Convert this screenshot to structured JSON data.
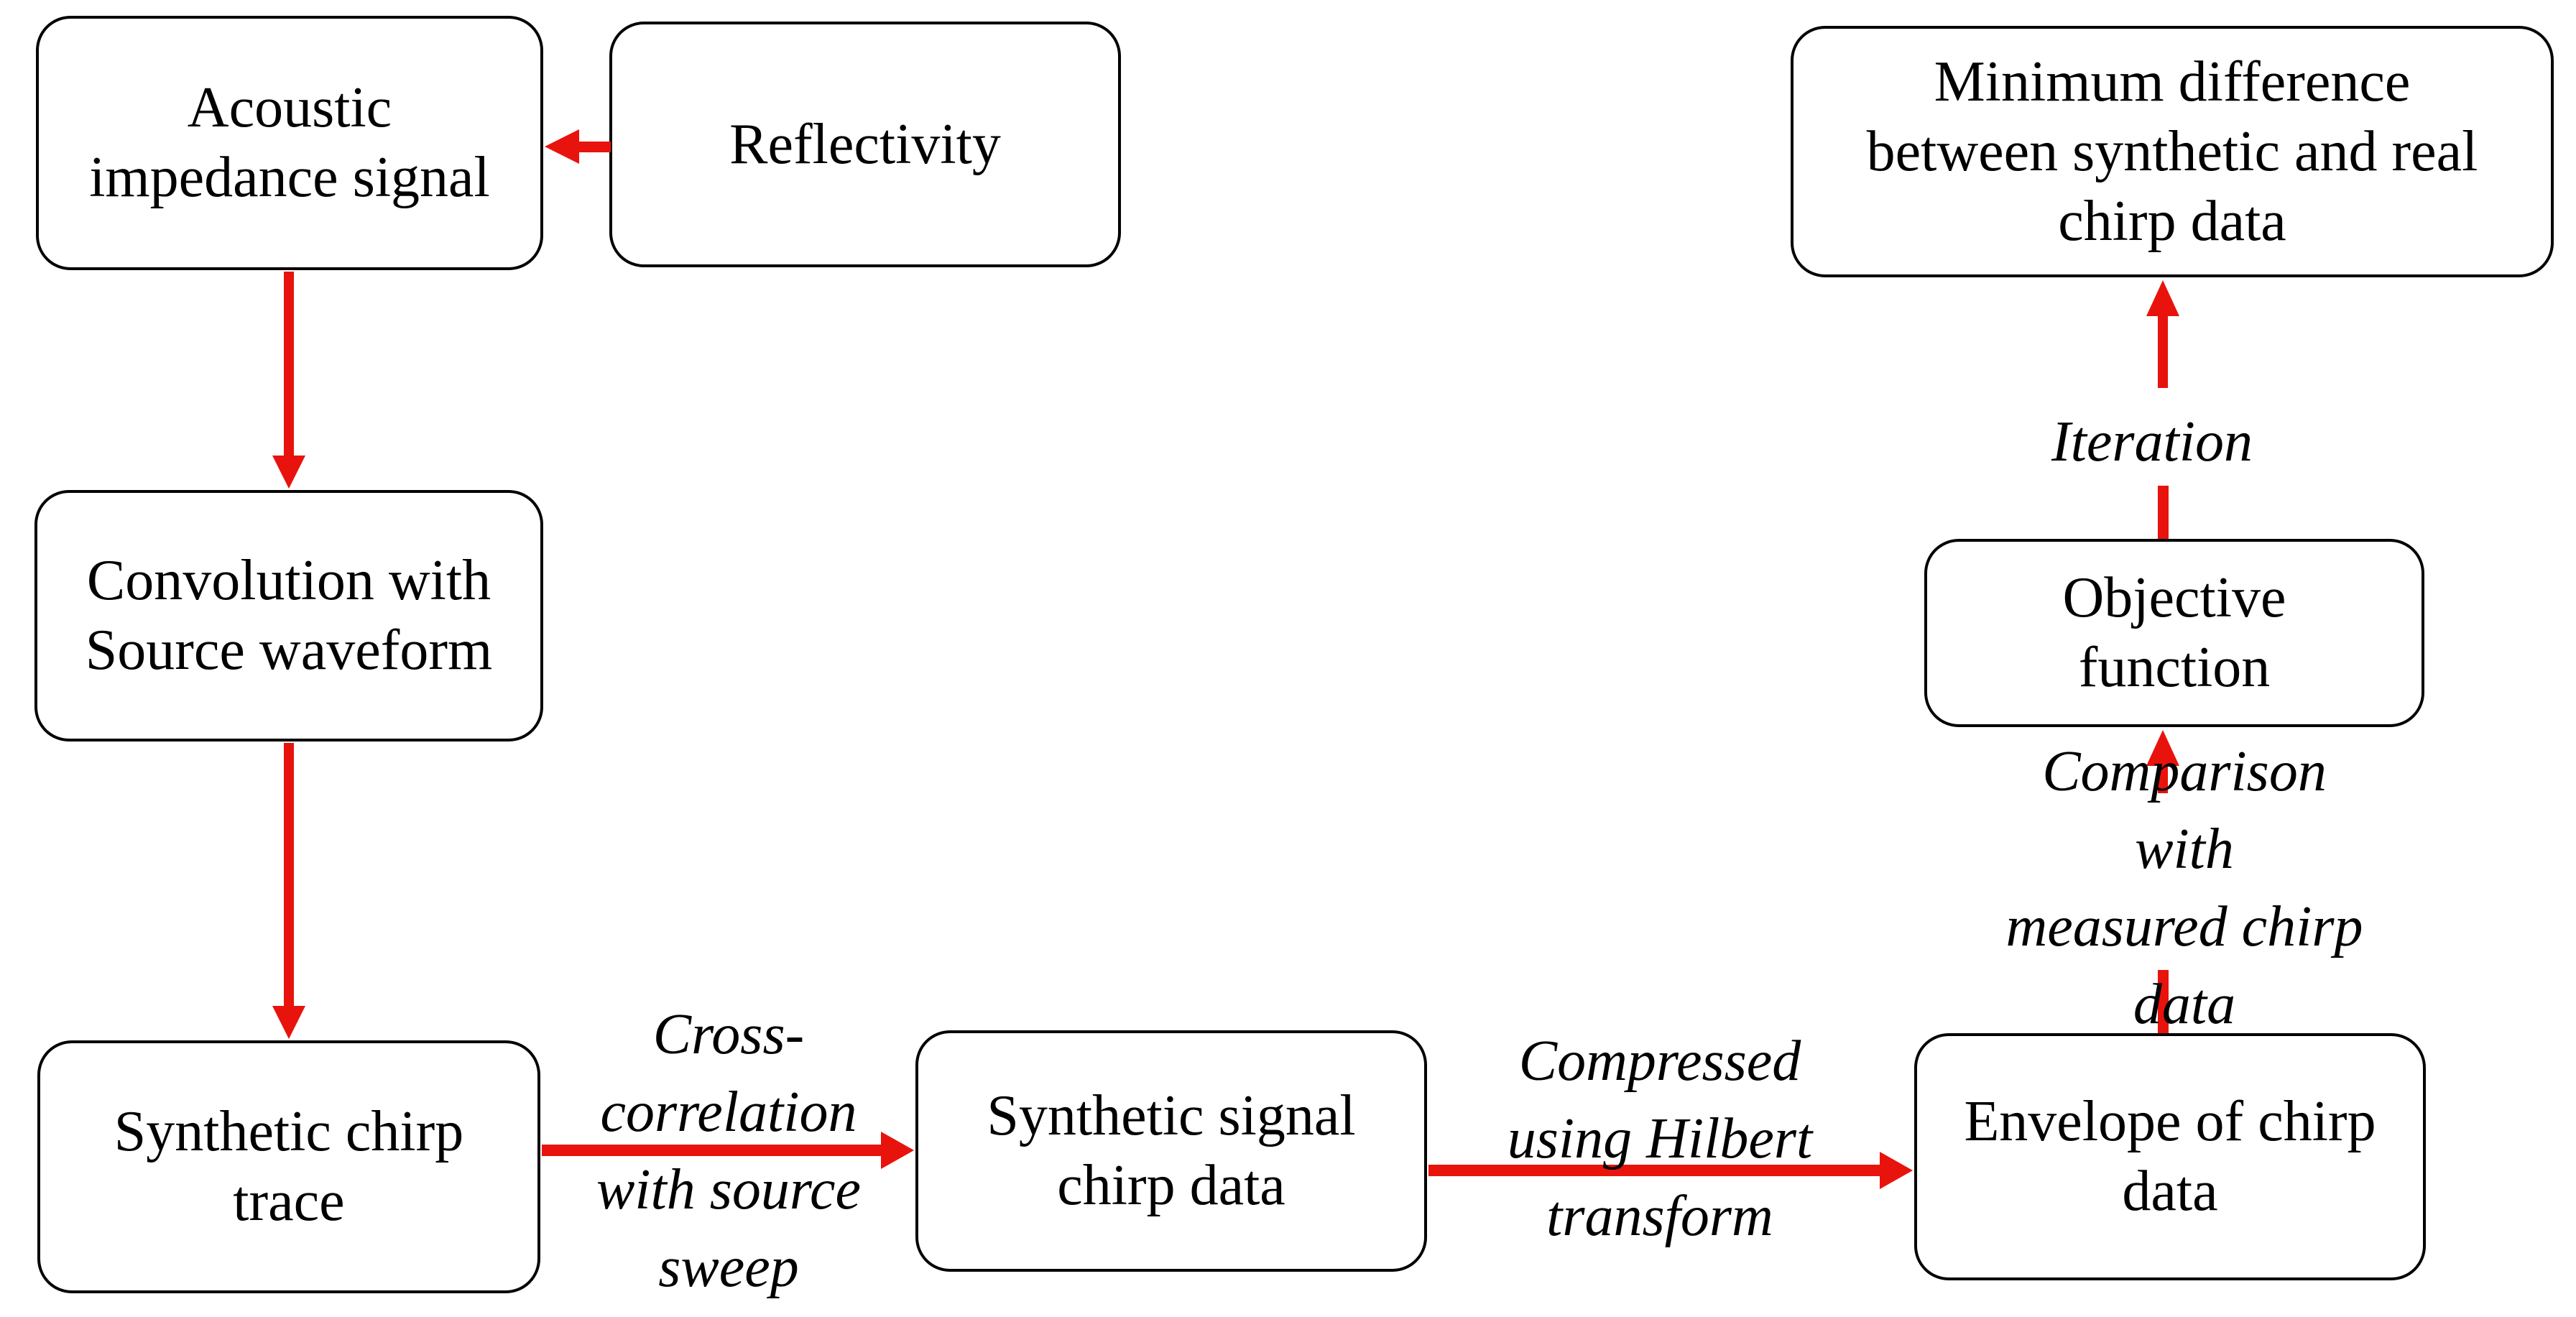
{
  "figure": {
    "type": "flowchart",
    "background": "#ffffff",
    "arrow_color": "#e8130d",
    "box_border_color": "#000000",
    "text_color": "#000000"
  },
  "boxes": {
    "acoustic_impedance": "Acoustic\nimpedance signal",
    "reflectivity": "Reflectivity",
    "convolution": "Convolution with\nSource waveform",
    "synthetic_chirp_trace": "Synthetic chirp\ntrace",
    "synthetic_signal_chirp_data": "Synthetic signal\nchirp data",
    "envelope_of_chirp_data": "Envelope of chirp\ndata",
    "objective_function": "Objective\nfunction",
    "minimum_difference": "Minimum difference\nbetween synthetic and real\nchirp data"
  },
  "edge_labels": {
    "cross_correlation": "Cross-\ncorrelation\nwith source\nsweep",
    "compressed_hilbert": "Compressed\nusing Hilbert\ntransform",
    "comparison_measured": "Comparison with\nmeasured chirp data",
    "iteration": "Iteration"
  },
  "edges": [
    {
      "from": "reflectivity",
      "to": "acoustic_impedance",
      "direction": "left",
      "label": ""
    },
    {
      "from": "acoustic_impedance",
      "to": "convolution",
      "direction": "down",
      "label": ""
    },
    {
      "from": "convolution",
      "to": "synthetic_chirp_trace",
      "direction": "down",
      "label": ""
    },
    {
      "from": "synthetic_chirp_trace",
      "to": "synthetic_signal_chirp_data",
      "direction": "right",
      "label": "Cross-correlation with source sweep"
    },
    {
      "from": "synthetic_signal_chirp_data",
      "to": "envelope_of_chirp_data",
      "direction": "right",
      "label": "Compressed using Hilbert transform"
    },
    {
      "from": "envelope_of_chirp_data",
      "to": "objective_function",
      "direction": "up",
      "label": "Comparison with measured chirp data"
    },
    {
      "from": "objective_function",
      "to": "minimum_difference",
      "direction": "up",
      "label": "Iteration"
    }
  ]
}
